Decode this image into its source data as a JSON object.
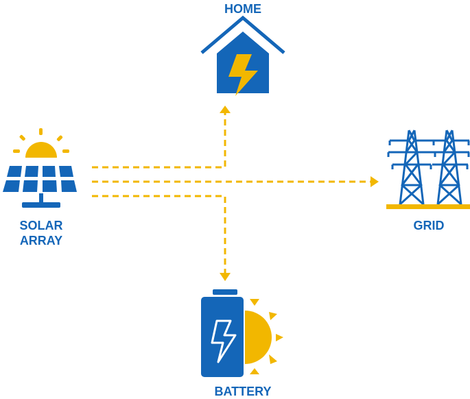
{
  "labels": {
    "home": "HOME",
    "solar_line1": "SOLAR",
    "solar_line2": "ARRAY",
    "grid": "GRID",
    "battery": "BATTERY"
  },
  "colors": {
    "blue": "#1466b8",
    "yellow": "#f2b700",
    "white": "#ffffff"
  },
  "icons": {
    "home": "house-with-lightning-icon",
    "solar": "solar-panel-with-sun-icon",
    "grid": "transmission-tower-icon",
    "battery": "battery-with-sun-icon"
  }
}
